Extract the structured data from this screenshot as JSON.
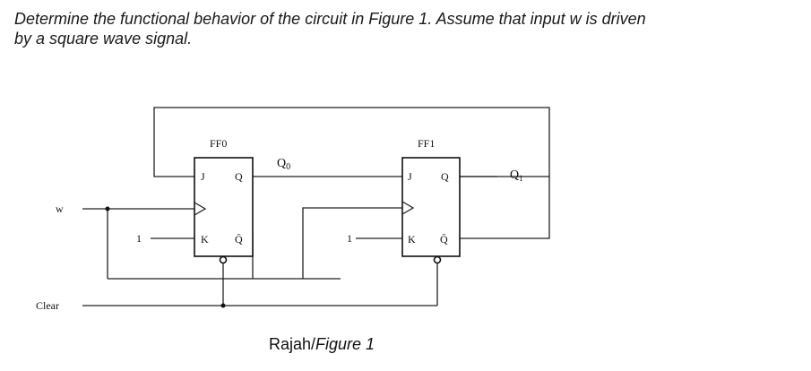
{
  "question": {
    "line1": "Determine the functional behavior of the circuit in Figure 1. Assume that input w is driven",
    "line2": "by a square wave signal."
  },
  "circuit": {
    "ff0_label": "FF0",
    "ff1_label": "FF1",
    "pin_j": "J",
    "pin_k": "K",
    "pin_q": "Q",
    "pin_qbar": "Q̄",
    "q0_label": "Q",
    "q0_sub": "0",
    "q1_label": "Q",
    "q1_sub": "1",
    "input_w": "w",
    "input_clear": "Clear",
    "const_one_ff0": "1",
    "const_one_ff1": "1"
  },
  "caption": {
    "prefix": "Rajah/",
    "figure": "Figure 1"
  }
}
